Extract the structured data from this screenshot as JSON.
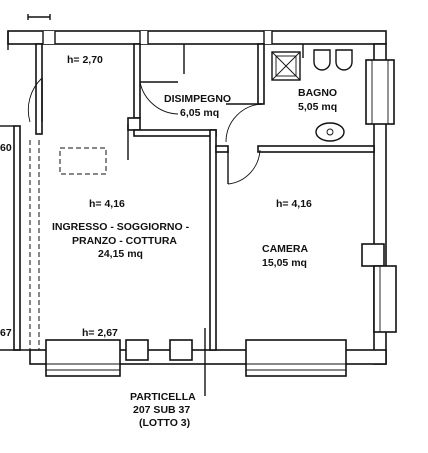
{
  "rooms": {
    "soggiorno": {
      "height": "h= 4,16",
      "name_line1": "INGRESSO - SOGGIORNO -",
      "name_line2": "PRANZO - COTTURA",
      "area": "24,15 mq"
    },
    "disimpegno": {
      "name": "DISIMPEGNO",
      "area": "6,05 mq"
    },
    "bagno": {
      "name": "BAGNO",
      "area": "5,05 mq"
    },
    "camera": {
      "height": "h= 4,16",
      "name": "CAMERA",
      "area": "15,05 mq"
    }
  },
  "heights": {
    "loft_top": "h= 2,70",
    "loft_bottom": "h= 2,67"
  },
  "left_partial": {
    "top": "60",
    "bottom": "67"
  },
  "particella": {
    "line1": "PARTICELLA",
    "line2": "207 SUB 37",
    "line3": "(LOTTO 3)"
  }
}
